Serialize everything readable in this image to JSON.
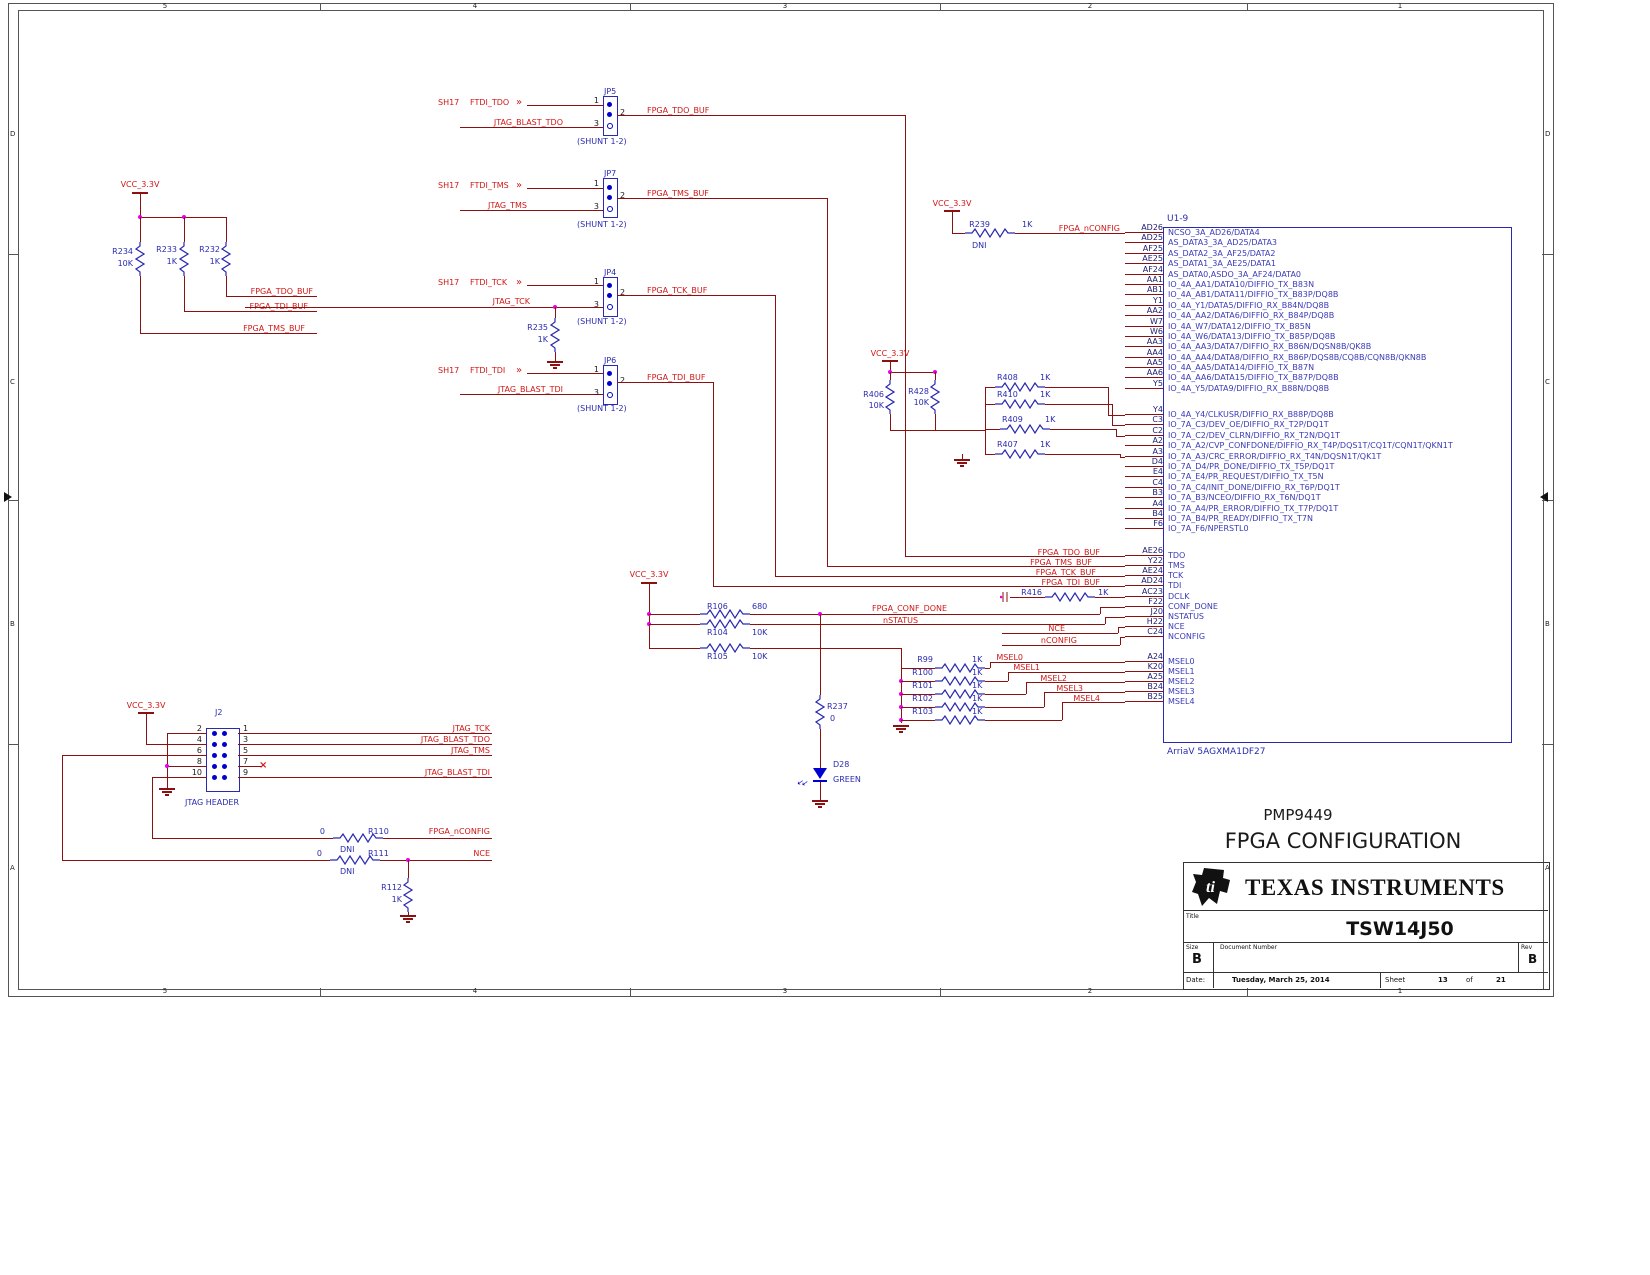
{
  "colors": {
    "wire": "#8b1111",
    "net_label": "#d21616",
    "component": "#2a2ab0",
    "pin_number": "#1a1a6e",
    "pin_name": "#3a3ab8",
    "junction": "#e800e8",
    "led": "#0000d0"
  },
  "frame": {
    "zones_h": [
      "5",
      "4",
      "3",
      "2",
      "1"
    ],
    "zones_v": [
      "D",
      "C",
      "B",
      "A"
    ]
  },
  "nets": {
    "vcc": "VCC_3.3V",
    "sh17": "SH17",
    "ftdi_tdo": "FTDI_TDO",
    "ftdi_tms": "FTDI_TMS",
    "ftdi_tck": "FTDI_TCK",
    "ftdi_tdi": "FTDI_TDI",
    "jtag_blast_tdo": "JTAG_BLAST_TDO",
    "jtag_tms": "JTAG_TMS",
    "jtag_tck": "JTAG_TCK",
    "jtag_blast_tdi": "JTAG_BLAST_TDI",
    "fpga_tdo_buf": "FPGA_TDO_BUF",
    "fpga_tms_buf": "FPGA_TMS_BUF",
    "fpga_tck_buf": "FPGA_TCK_BUF",
    "fpga_tdi_buf": "FPGA_TDI_BUF",
    "fpga_nconfig": "FPGA_nCONFIG",
    "fpga_conf_done": "FPGA_CONF_DONE",
    "nstatus": "nSTATUS",
    "nce": "NCE",
    "nconfig": "nCONFIG",
    "msel0": "MSEL0",
    "msel1": "MSEL1",
    "msel2": "MSEL2",
    "msel3": "MSEL3",
    "msel4": "MSEL4"
  },
  "jumpers": {
    "pins": {
      "p1": "1",
      "p2": "2",
      "p3": "3"
    },
    "shunt": "(SHUNT 1-2)",
    "jp5": {
      "ref": "JP5"
    },
    "jp7": {
      "ref": "JP7"
    },
    "jp4": {
      "ref": "JP4"
    },
    "jp6": {
      "ref": "JP6"
    }
  },
  "resistors": {
    "r232": {
      "ref": "R232",
      "val": "1K"
    },
    "r233": {
      "ref": "R233",
      "val": "1K"
    },
    "r234": {
      "ref": "R234",
      "val": "10K"
    },
    "r235": {
      "ref": "R235",
      "val": "1K"
    },
    "r239": {
      "ref": "R239",
      "val": "1K",
      "note": "DNI"
    },
    "r406": {
      "ref": "R406",
      "val": "10K"
    },
    "r428": {
      "ref": "R428",
      "val": "10K"
    },
    "r408": {
      "ref": "R408",
      "val": "1K"
    },
    "r410": {
      "ref": "R410",
      "val": "1K"
    },
    "r409": {
      "ref": "R409",
      "val": "1K"
    },
    "r407": {
      "ref": "R407",
      "val": "1K"
    },
    "r416": {
      "ref": "R416",
      "val": "1K"
    },
    "r106": {
      "ref": "R106",
      "val": "680"
    },
    "r104": {
      "ref": "R104",
      "val": "10K"
    },
    "r105": {
      "ref": "R105",
      "val": "10K"
    },
    "r99": {
      "ref": "R99",
      "val": "1K"
    },
    "r100": {
      "ref": "R100",
      "val": "1K"
    },
    "r101": {
      "ref": "R101",
      "val": "1K"
    },
    "r102": {
      "ref": "R102",
      "val": "1K"
    },
    "r103": {
      "ref": "R103",
      "val": "1K"
    },
    "r110": {
      "ref": "R110",
      "val": "0",
      "note": "DNI"
    },
    "r111": {
      "ref": "R111",
      "val": "0",
      "note": "DNI"
    },
    "r112": {
      "ref": "R112",
      "val": "1K"
    },
    "r237": {
      "ref": "R237",
      "val": "0"
    }
  },
  "led": {
    "ref": "D28",
    "color_label": "GREEN"
  },
  "jtag_header": {
    "ref": "J2",
    "label": "JTAG HEADER",
    "left_pins": [
      "2",
      "4",
      "6",
      "8",
      "10"
    ],
    "right_pins": [
      "1",
      "3",
      "5",
      "7",
      "9"
    ]
  },
  "fpga": {
    "ref": "U1-9",
    "device": "ArriaV 5AGXMA1DF27",
    "pin_groups": [
      {
        "pins": [
          {
            "num": "AD26",
            "name": "NCSO_3A_AD26/DATA4"
          },
          {
            "num": "AD25",
            "name": "AS_DATA3_3A_AD25/DATA3"
          },
          {
            "num": "AF25",
            "name": "AS_DATA2_3A_AF25/DATA2"
          },
          {
            "num": "AE25",
            "name": "AS_DATA1_3A_AE25/DATA1"
          },
          {
            "num": "AF24",
            "name": "AS_DATA0,ASDO_3A_AF24/DATA0"
          },
          {
            "num": "AA1",
            "name": "IO_4A_AA1/DATA10/DIFFIO_TX_B83N"
          },
          {
            "num": "AB1",
            "name": "IO_4A_AB1/DATA11/DIFFIO_TX_B83P/DQ8B"
          },
          {
            "num": "Y1",
            "name": "IO_4A_Y1/DATA5/DIFFIO_RX_B84N/DQ8B"
          },
          {
            "num": "AA2",
            "name": "IO_4A_AA2/DATA6/DIFFIO_RX_B84P/DQ8B"
          },
          {
            "num": "W7",
            "name": "IO_4A_W7/DATA12/DIFFIO_TX_B85N"
          },
          {
            "num": "W6",
            "name": "IO_4A_W6/DATA13/DIFFIO_TX_B85P/DQ8B"
          },
          {
            "num": "AA3",
            "name": "IO_4A_AA3/DATA7/DIFFIO_RX_B86N/DQSN8B/QK8B"
          },
          {
            "num": "AA4",
            "name": "IO_4A_AA4/DATA8/DIFFIO_RX_B86P/DQS8B/CQ8B/CQN8B/QKN8B"
          },
          {
            "num": "AA5",
            "name": "IO_4A_AA5/DATA14/DIFFIO_TX_B87N"
          },
          {
            "num": "AA6",
            "name": "IO_4A_AA6/DATA15/DIFFIO_TX_B87P/DQ8B"
          },
          {
            "num": "Y5",
            "name": "IO_4A_Y5/DATA9/DIFFIO_RX_B88N/DQ8B"
          }
        ]
      },
      {
        "pins": [
          {
            "num": "Y4",
            "name": "IO_4A_Y4/CLKUSR/DIFFIO_RX_B88P/DQ8B"
          },
          {
            "num": "C3",
            "name": "IO_7A_C3/DEV_OE/DIFFIO_RX_T2P/DQ1T"
          },
          {
            "num": "C2",
            "name": "IO_7A_C2/DEV_CLRN/DIFFIO_RX_T2N/DQ1T"
          },
          {
            "num": "A2",
            "name": "IO_7A_A2/CVP_CONFDONE/DIFFIO_RX_T4P/DQS1T/CQ1T/CQN1T/QKN1T"
          },
          {
            "num": "A3",
            "name": "IO_7A_A3/CRC_ERROR/DIFFIO_RX_T4N/DQSN1T/QK1T"
          },
          {
            "num": "D4",
            "name": "IO_7A_D4/PR_DONE/DIFFIO_TX_T5P/DQ1T"
          },
          {
            "num": "E4",
            "name": "IO_7A_E4/PR_REQUEST/DIFFIO_TX_T5N"
          },
          {
            "num": "C4",
            "name": "IO_7A_C4/INIT_DONE/DIFFIO_RX_T6P/DQ1T"
          },
          {
            "num": "B3",
            "name": "IO_7A_B3/NCEO/DIFFIO_RX_T6N/DQ1T"
          },
          {
            "num": "A4",
            "name": "IO_7A_A4/PR_ERROR/DIFFIO_TX_T7P/DQ1T"
          },
          {
            "num": "B4",
            "name": "IO_7A_B4/PR_READY/DIFFIO_TX_T7N"
          },
          {
            "num": "F6",
            "name": "IO_7A_F6/NPERSTL0"
          }
        ]
      },
      {
        "pins": [
          {
            "num": "AE26",
            "name": "TDO"
          },
          {
            "num": "Y22",
            "name": "TMS"
          },
          {
            "num": "AE24",
            "name": "TCK"
          },
          {
            "num": "AD24",
            "name": "TDI"
          },
          {
            "num": "AC23",
            "name": "DCLK"
          },
          {
            "num": "F22",
            "name": "CONF_DONE"
          },
          {
            "num": "J20",
            "name": "NSTATUS"
          },
          {
            "num": "H22",
            "name": "NCE"
          },
          {
            "num": "C24",
            "name": "NCONFIG"
          }
        ]
      },
      {
        "pins": [
          {
            "num": "A24",
            "name": "MSEL0"
          },
          {
            "num": "K20",
            "name": "MSEL1"
          },
          {
            "num": "A25",
            "name": "MSEL2"
          },
          {
            "num": "B24",
            "name": "MSEL3"
          },
          {
            "num": "B25",
            "name": "MSEL4"
          }
        ]
      }
    ]
  },
  "title_area": {
    "project": "PMP9449",
    "page_title": "FPGA CONFIGURATION",
    "brand": "TEXAS INSTRUMENTS",
    "logo_text": "ti",
    "block": {
      "title_label": "Title",
      "title": "TSW14J50",
      "size_label": "Size",
      "size": "B",
      "doc_label": "Document Number",
      "rev_label": "Rev",
      "rev": "B",
      "date_label": "Date:",
      "date": "Tuesday, March 25, 2014",
      "sheet_label": "Sheet",
      "sheet": "13",
      "of_label": "of",
      "total": "21"
    }
  }
}
